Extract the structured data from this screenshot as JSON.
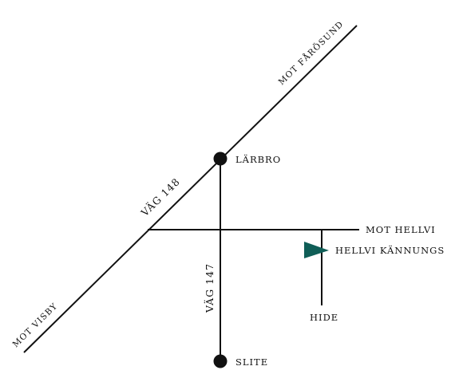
{
  "map": {
    "places": {
      "larbro": "LÄRBRO",
      "slite": "SLITE",
      "hellvi_kannungs": "HELLVI KÄNNUNGS",
      "hide": "HIDE"
    },
    "directions": {
      "mot_farosund": "MOT FÅRÖSUND",
      "mot_visby": "MOT VISBY",
      "mot_hellvi": "MOT HELLVI"
    },
    "roads": {
      "vag_148": "VÄG 148",
      "vag_147": "VÄG 147"
    },
    "colors": {
      "road": "#111111",
      "marker": "#0f5e57",
      "background": "#ffffff"
    },
    "marker_icon": "flag-pennant-icon"
  }
}
